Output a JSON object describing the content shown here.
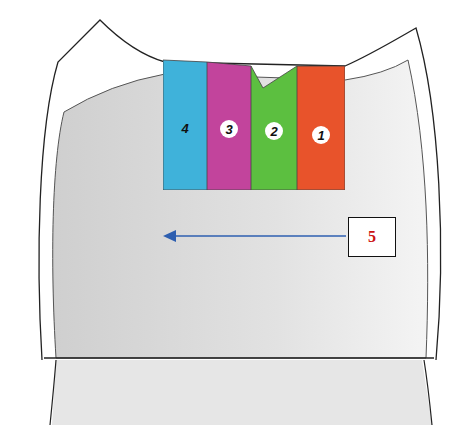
{
  "diagram": {
    "nodes": [
      {
        "text": [
          "4"
        ]
      },
      {
        "text": [
          "3"
        ]
      },
      {
        "text": [
          "2"
        ]
      },
      {
        "text": [
          "1"
        ]
      },
      {
        "text": [
          "5"
        ]
      }
    ]
  }
}
